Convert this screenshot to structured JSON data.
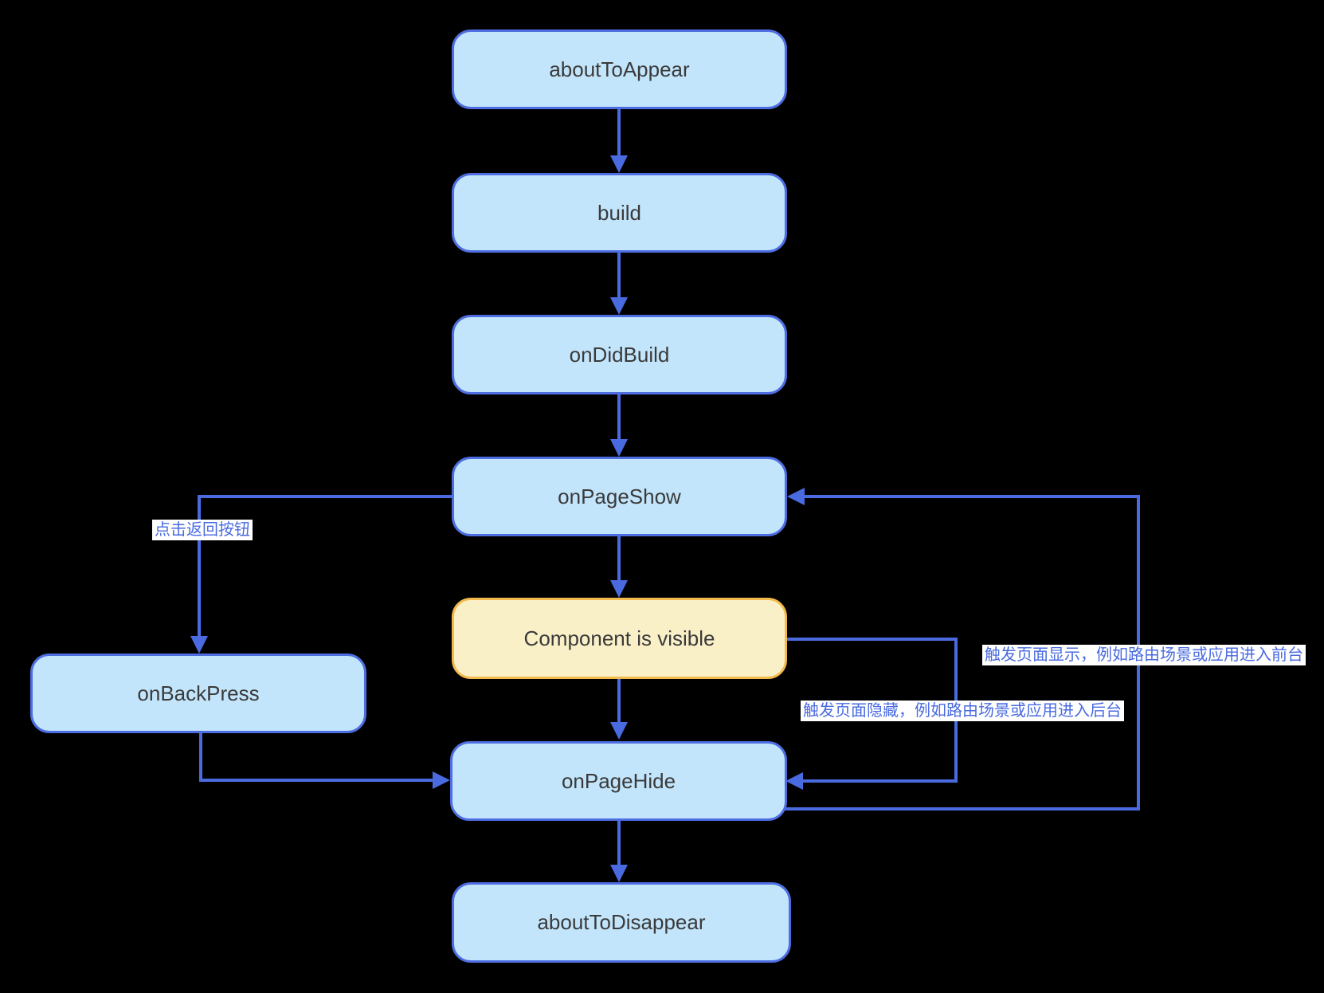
{
  "diagram": {
    "type": "flowchart",
    "background_color": "#000000",
    "accent_color": "#4a6be0",
    "node_style": {
      "blue_fill": "#c2e5fb",
      "blue_border": "#4d6de0",
      "yellow_fill": "#faf0c8",
      "yellow_border": "#f2ba4d",
      "text_color": "#3a3a3a"
    },
    "nodes": {
      "about_to_appear": {
        "label": "aboutToAppear"
      },
      "build": {
        "label": "build"
      },
      "on_did_build": {
        "label": "onDidBuild"
      },
      "on_page_show": {
        "label": "onPageShow"
      },
      "component_visible": {
        "label": "Component is visible"
      },
      "on_back_press": {
        "label": "onBackPress"
      },
      "on_page_hide": {
        "label": "onPageHide"
      },
      "about_to_disappear": {
        "label": "aboutToDisappear"
      }
    },
    "edge_labels": {
      "back_press": "点击返回按钮",
      "show_trigger": "触发页面显示，例如路由场景或应用进入前台",
      "hide_trigger": "触发页面隐藏，例如路由场景或应用进入后台"
    },
    "edges": [
      {
        "from": "about_to_appear",
        "to": "build"
      },
      {
        "from": "build",
        "to": "on_did_build"
      },
      {
        "from": "on_did_build",
        "to": "on_page_show"
      },
      {
        "from": "on_page_show",
        "to": "component_visible"
      },
      {
        "from": "component_visible",
        "to": "on_page_hide",
        "label_key": "hide_trigger"
      },
      {
        "from": "on_page_show",
        "to": "on_back_press",
        "label_key": "back_press"
      },
      {
        "from": "on_back_press",
        "to": "on_page_hide"
      },
      {
        "from": "on_page_hide",
        "to": "on_page_show",
        "label_key": "show_trigger"
      },
      {
        "from": "on_page_hide",
        "to": "about_to_disappear"
      }
    ]
  }
}
